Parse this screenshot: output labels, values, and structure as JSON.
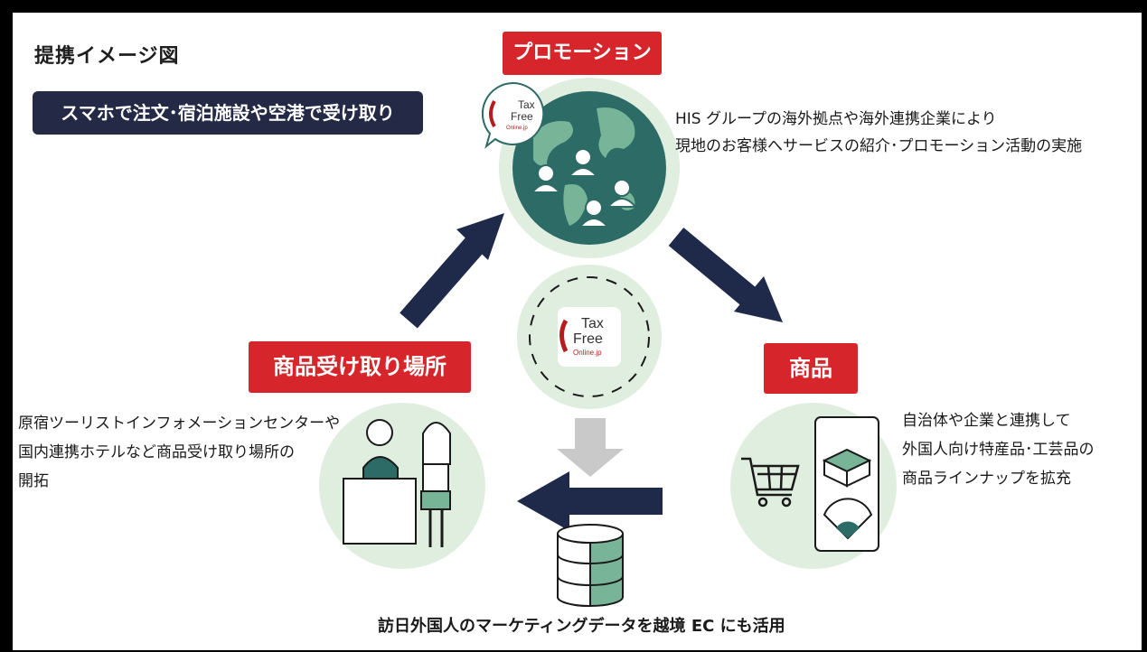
{
  "diagram": {
    "title": "提携イメージ図",
    "subtitle": "スマホで注文･宿泊施設や空港で受け取り",
    "labels": {
      "promotion": "プロモーション",
      "pickup_place": "商品受け取り場所",
      "product": "商品"
    },
    "promotion_text": [
      "HIS グループの海外拠点や海外連携企業により",
      "現地のお客様へサービスの紹介･プロモーション活動の実施"
    ],
    "pickup_text": [
      "原宿ツーリストインフォメーションセンターや",
      "国内連携ホテルなど商品受け取り場所の",
      "開拓"
    ],
    "product_text": [
      "自治体や企業と連携して",
      "外国人向け特産品･工芸品の",
      "商品ラインナップを拡充"
    ],
    "footer": "訪日外国人のマーケティングデータを越境 EC にも活用",
    "logo": {
      "line1": "Tax",
      "line2": "Free",
      "line3": "Online.jp"
    }
  },
  "colors": {
    "red": "#d7262b",
    "navy": "#1f2a4a",
    "light_green": "#dfeedf",
    "ocean": "#2d6b66",
    "land": "#78b497",
    "gray_arrow": "#c9c9c9"
  }
}
